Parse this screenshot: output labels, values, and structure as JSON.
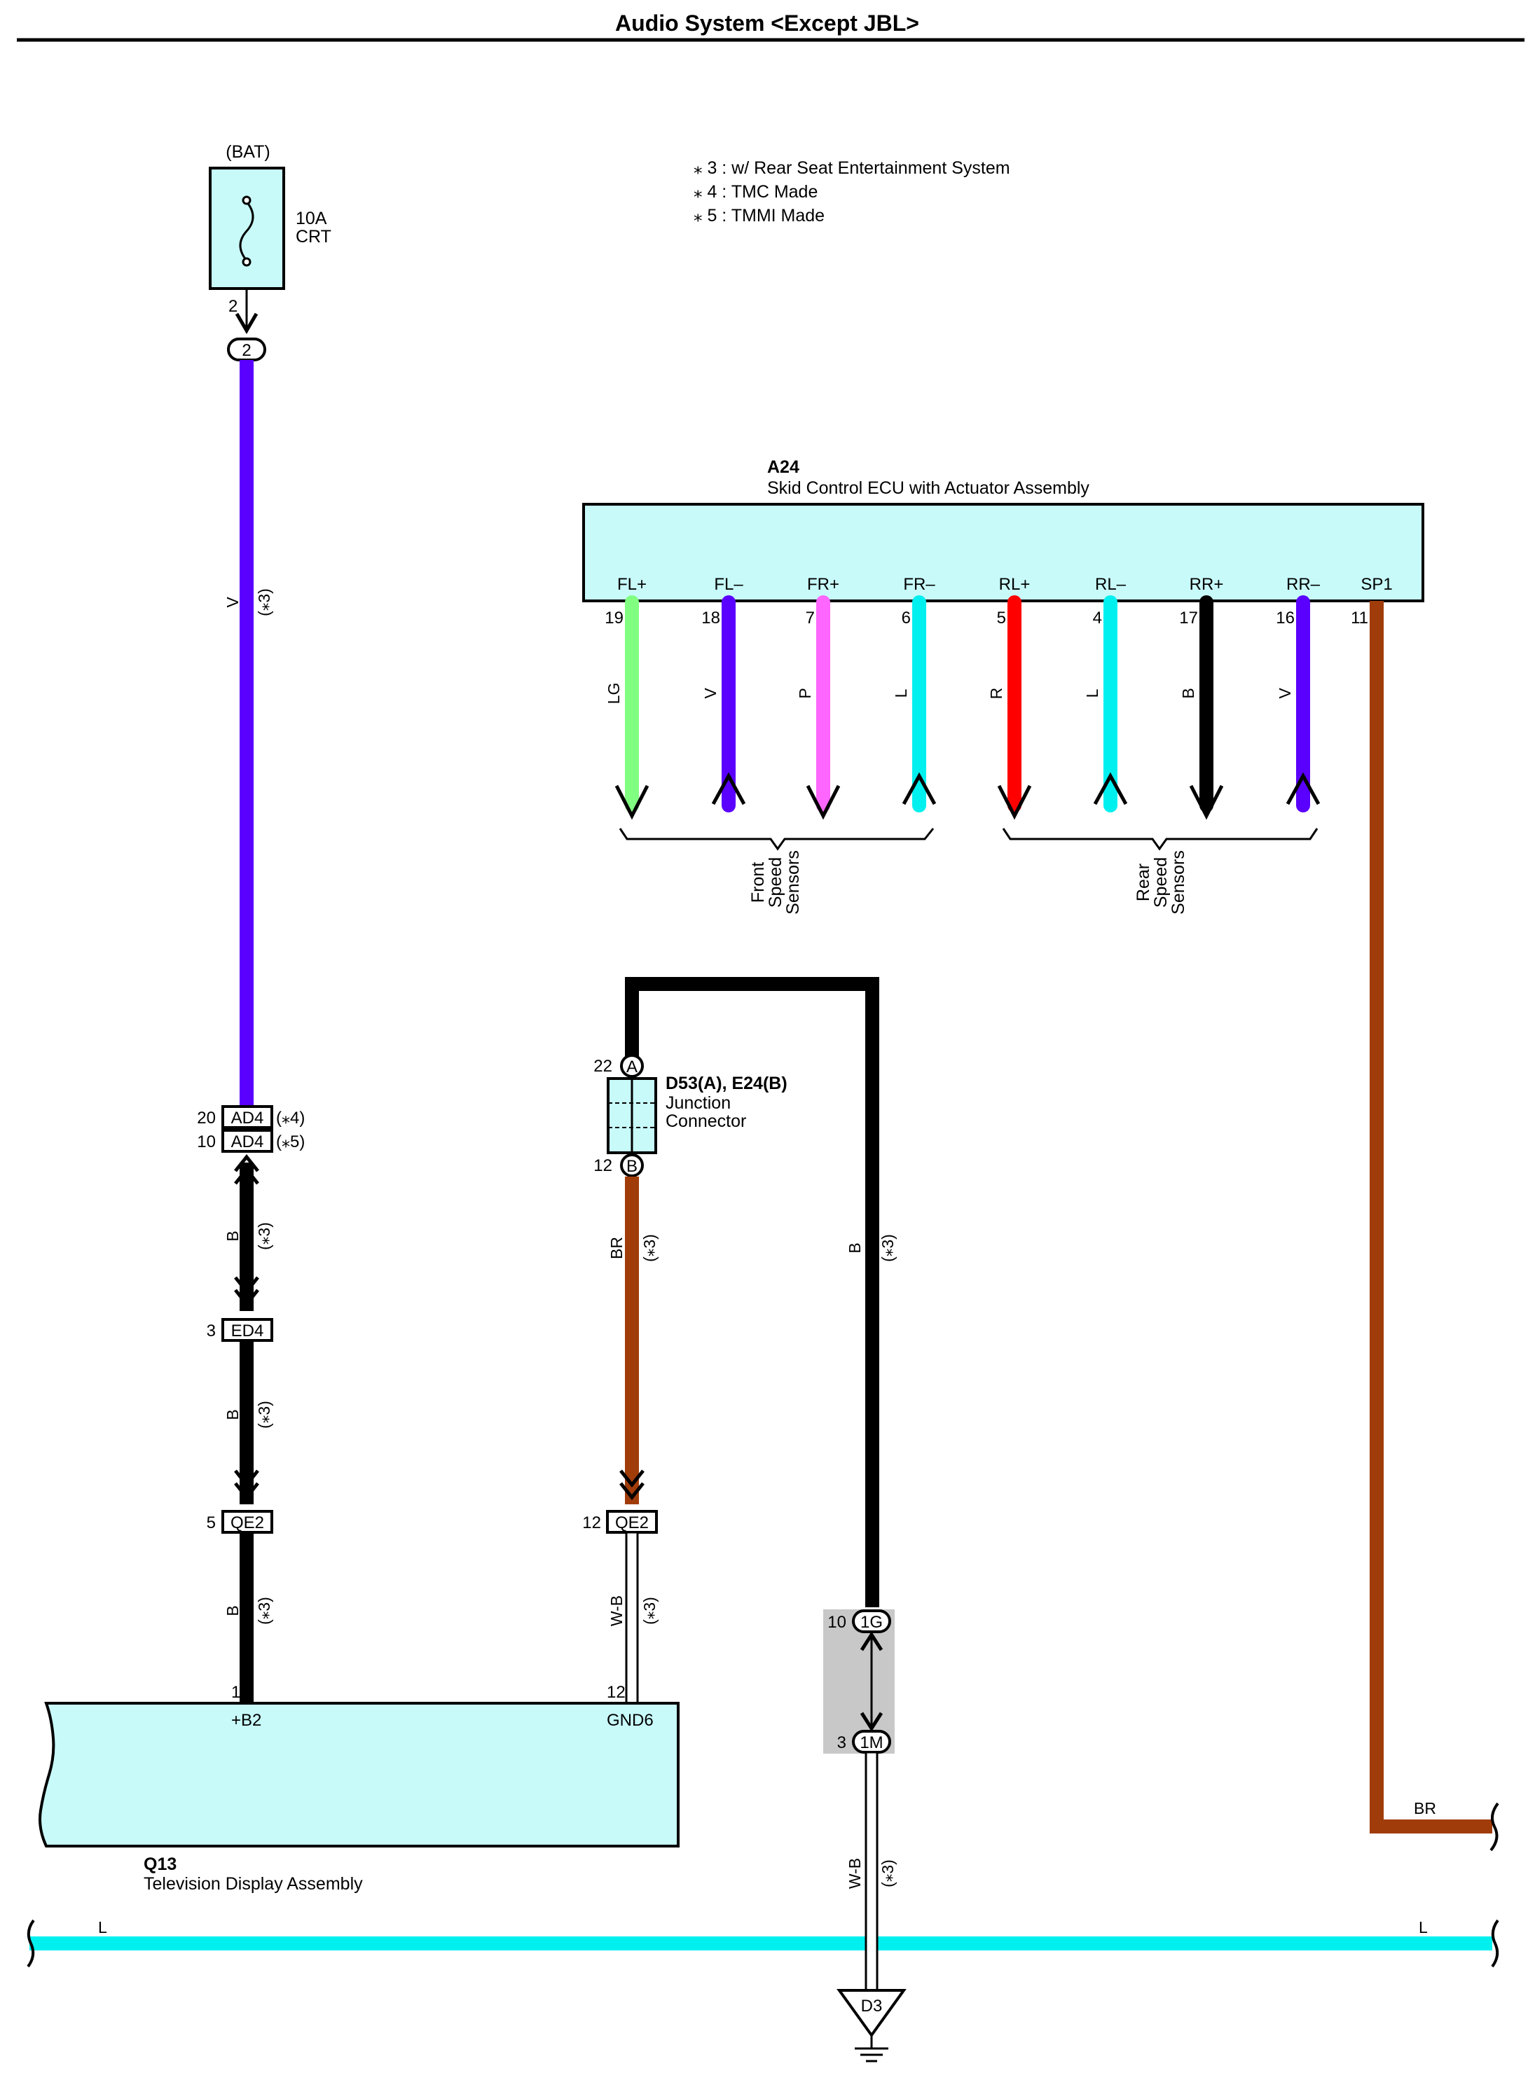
{
  "title": "Audio System <Except JBL>",
  "notes": [
    "⁎ 3 : w/ Rear Seat Entertainment System",
    "⁎ 4 : TMC Made",
    "⁎ 5 : TMMI Made"
  ],
  "colors": {
    "V": "#5a00ff",
    "B": "#000000",
    "BR": "#a03c0a",
    "LG": "#80ff80",
    "P": "#ff66ff",
    "L": "#00f0f0",
    "R": "#ff0000",
    "W-B": "#ffffff",
    "component_fill": "#c8fafa",
    "splice_shade": "#c8c8c8"
  },
  "fuse": {
    "source": "(BAT)",
    "rating": "10A",
    "name": "CRT",
    "pin": "2",
    "connector": "2"
  },
  "ecu": {
    "id": "A24",
    "name": "Skid Control ECU with Actuator Assembly",
    "terminals": [
      {
        "name": "FL+",
        "pin": "19",
        "wire": "LG",
        "arrow": "out"
      },
      {
        "name": "FL–",
        "pin": "18",
        "wire": "V",
        "arrow": "in"
      },
      {
        "name": "FR+",
        "pin": "7",
        "wire": "P",
        "arrow": "out"
      },
      {
        "name": "FR–",
        "pin": "6",
        "wire": "L",
        "arrow": "in"
      },
      {
        "name": "RL+",
        "pin": "5",
        "wire": "R",
        "arrow": "out"
      },
      {
        "name": "RL–",
        "pin": "4",
        "wire": "L",
        "arrow": "in"
      },
      {
        "name": "RR+",
        "pin": "17",
        "wire": "B",
        "arrow": "out"
      },
      {
        "name": "RR–",
        "pin": "16",
        "wire": "V",
        "arrow": "in"
      },
      {
        "name": "SP1",
        "pin": "11",
        "wire": "BR",
        "arrow": "none"
      }
    ],
    "groups": [
      {
        "lines": [
          "Front",
          "Speed",
          "Sensors"
        ]
      },
      {
        "lines": [
          "Rear",
          "Speed",
          "Sensors"
        ]
      }
    ]
  },
  "left_column": {
    "wire_v": "V",
    "connectors": [
      {
        "pin": "20",
        "name": "AD4",
        "note": "(⁎4)"
      },
      {
        "pin": "10",
        "name": "AD4",
        "note": "(⁎5)"
      },
      {
        "pin": "3",
        "name": "ED4"
      },
      {
        "pin": "5",
        "name": "QE2"
      }
    ],
    "wire_b": "B"
  },
  "junction": {
    "name": "D53(A), E24(B)",
    "desc_line1": "Junction",
    "desc_line2": "Connector",
    "top_pin": "22",
    "top_label": "A",
    "bottom_pin": "12",
    "bottom_label": "B",
    "wire_br": "BR",
    "qe2_pin": "12",
    "qe2_name": "QE2",
    "wire_wb": "W-B"
  },
  "right_ground": {
    "wire_b": "B",
    "splice_top_pin": "10",
    "splice_top_label": "1G",
    "splice_bottom_pin": "3",
    "splice_bottom_label": "1M",
    "wire_wb": "W-B",
    "ground_label": "D3"
  },
  "tv": {
    "id": "Q13",
    "name": "Television Display Assembly",
    "pin_left": "16",
    "term_left": "+B2",
    "pin_right": "12",
    "term_right": "GND6"
  },
  "bottom_bus": {
    "left_label": "L",
    "right_label": "L"
  },
  "sp1_bottom_label": "BR",
  "note_mark": "(⁎3)"
}
